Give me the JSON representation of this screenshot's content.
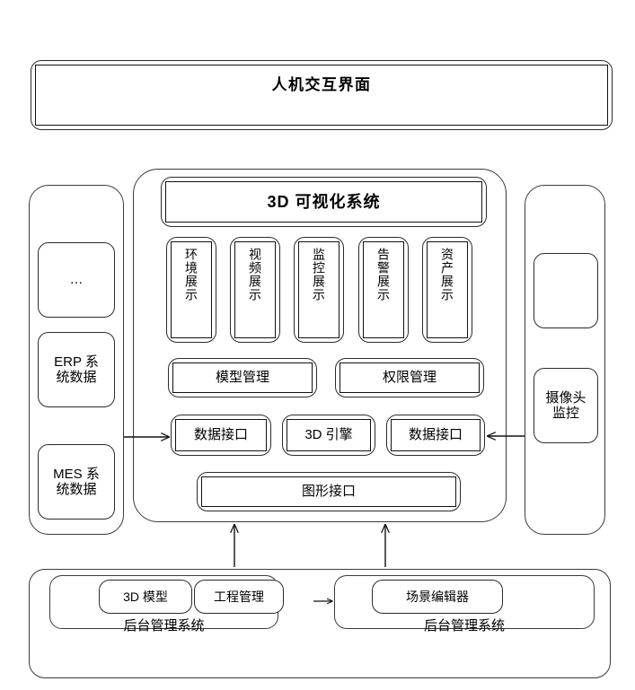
{
  "diagram": {
    "title_bar": {
      "label": "人机交互界面"
    },
    "left_sources": {
      "items": [
        {
          "label": "…",
          "name": "ellipsis-source"
        },
        {
          "label": "ERP 系\n统数据",
          "name": "erp-data-source"
        },
        {
          "label": "MES 系\n统数据",
          "name": "mes-data-source"
        }
      ]
    },
    "right_sources": {
      "items": [
        {
          "label": "",
          "name": "empty-source"
        },
        {
          "label": "摄像头\n监控",
          "name": "camera-monitor-source"
        }
      ]
    },
    "core": {
      "header": {
        "label": "3D 可视化系统"
      },
      "pillars": [
        {
          "label": "环境展示"
        },
        {
          "label": "视频展示"
        },
        {
          "label": "监控展示"
        },
        {
          "label": "告警展示"
        },
        {
          "label": "资产展示"
        }
      ],
      "management_row": [
        {
          "label": "模型管理"
        },
        {
          "label": "权限管理"
        }
      ],
      "interface_row": [
        {
          "label": "数据接口"
        },
        {
          "label": "3D 引擎"
        },
        {
          "label": "数据接口"
        }
      ],
      "graphics_interface": {
        "label": "图形接口"
      }
    },
    "backend": {
      "left_panel": {
        "boxes": [
          {
            "label": "3D 模型"
          },
          {
            "label": "工程管理"
          }
        ],
        "caption": "后台管理系统"
      },
      "right_panel": {
        "boxes": [
          {
            "label": "场景编辑器"
          }
        ],
        "caption": "后台管理系统"
      }
    },
    "colors": {
      "stroke": "#2b2b2b",
      "background": "#ffffff",
      "text": "#000000"
    }
  }
}
